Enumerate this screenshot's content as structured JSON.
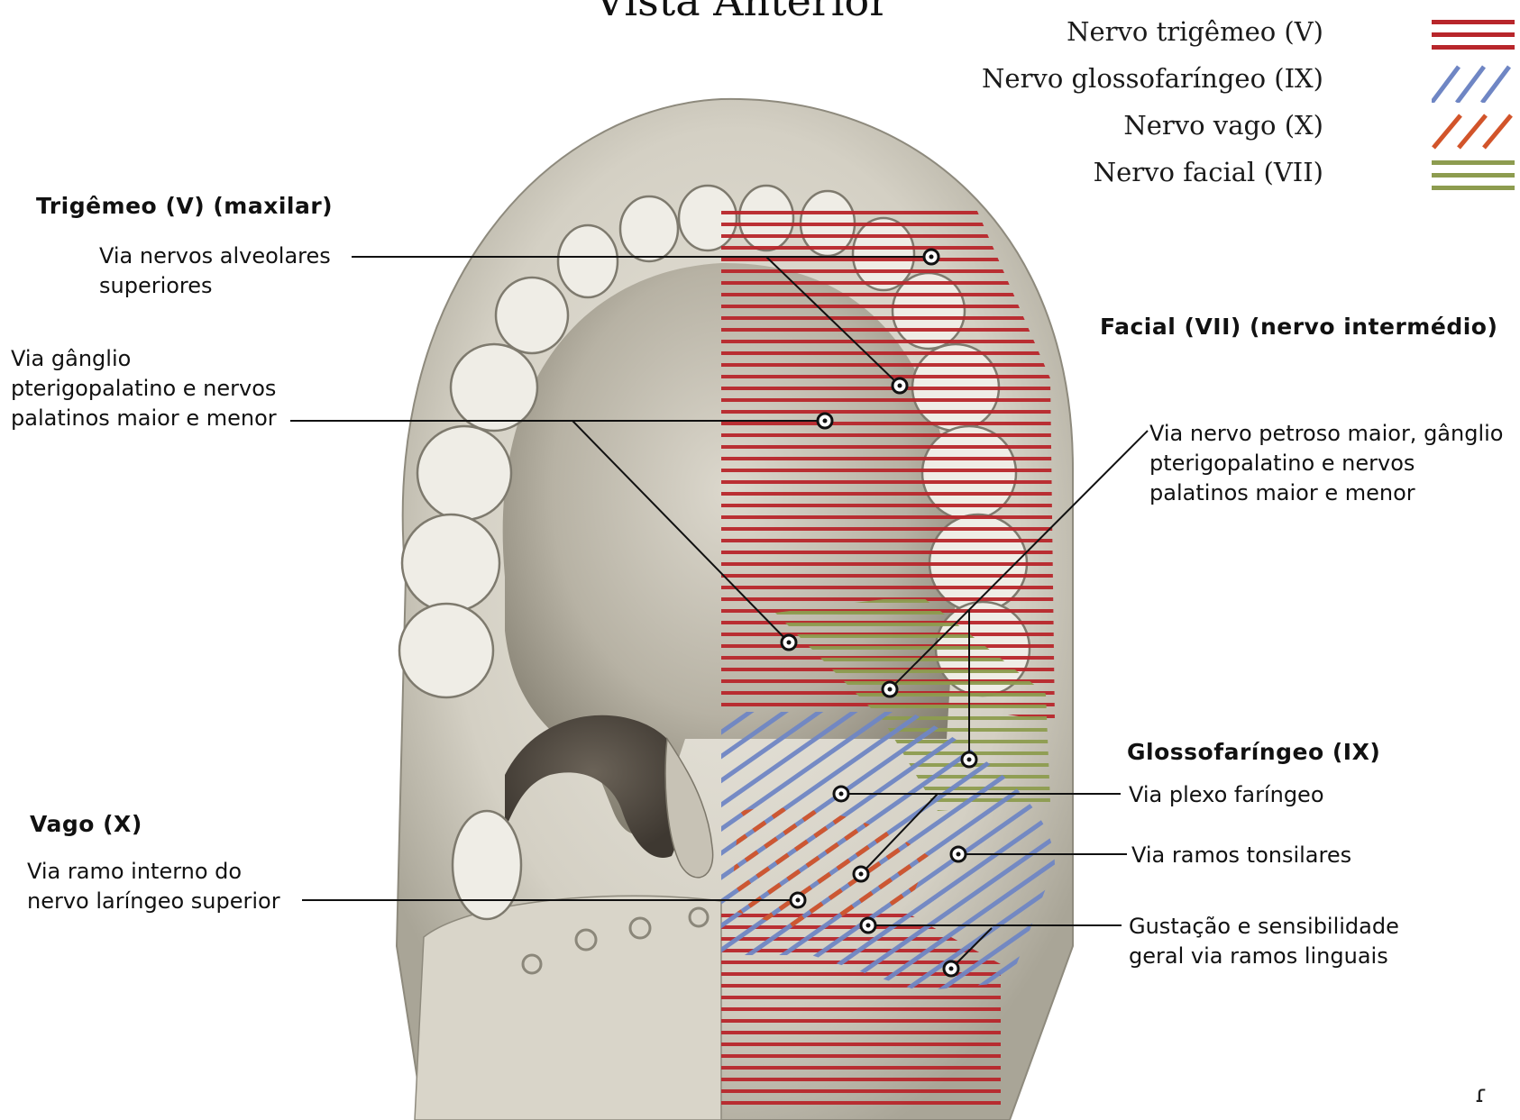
{
  "title": "Vista Anterior",
  "colors": {
    "trigeminal": "#b8262b",
    "glossopharyngeal": "#6f86c4",
    "vagus": "#d2542a",
    "facial": "#8d9c4f"
  },
  "legend": [
    {
      "label": "Nervo trigêmeo (V)",
      "pattern": "horizontal-lines",
      "color": "#b8262b"
    },
    {
      "label": "Nervo glossofaríngeo (IX)",
      "pattern": "diagonal-lines",
      "color": "#6f86c4"
    },
    {
      "label": "Nervo vago (X)",
      "pattern": "diagonal-dashes",
      "color": "#d2542a"
    },
    {
      "label": "Nervo facial (VII)",
      "pattern": "horizontal-lines",
      "color": "#8d9c4f"
    }
  ],
  "groups": {
    "trigeminal": {
      "header": "Trigêmeo (V) (maxilar)",
      "labels": [
        "Via nervos alveolares",
        "superiores",
        "Via gânglio",
        "pterigopalatino e nervos",
        "palatinos maior e menor"
      ]
    },
    "facial": {
      "header": "Facial (VII) (nervo intermédio)",
      "labels": [
        "Via nervo petroso maior, gânglio",
        "pterigopalatino e nervos",
        "palatinos maior e menor"
      ]
    },
    "glossopharyngeal": {
      "header": "Glossofaríngeo (IX)",
      "labels": [
        "Via plexo faríngeo",
        "Via ramos tonsilares",
        "Gustação e sensibilidade",
        "geral via ramos linguais"
      ]
    },
    "vagus": {
      "header": "Vago (X)",
      "labels": [
        "Via ramo interno do",
        "nervo laríngeo superior"
      ]
    }
  },
  "corner_mark": "ɾ"
}
